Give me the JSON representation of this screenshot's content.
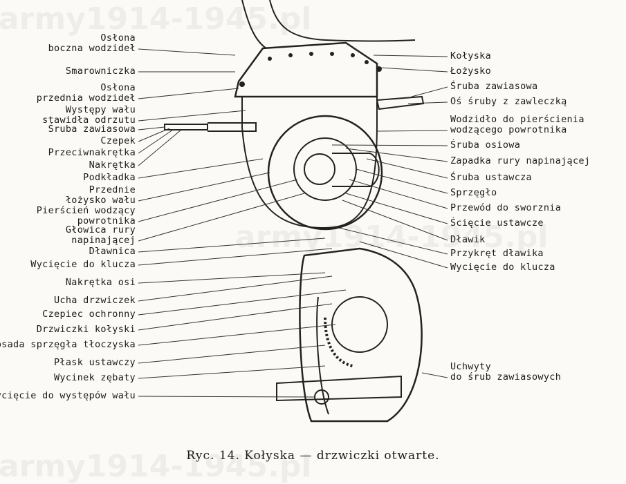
{
  "watermark": "army1914-1945.pl",
  "caption": "Ryc. 14. Kołyska — drzwiczki otwarte.",
  "labels_left": [
    {
      "id": "oslona-boczna",
      "lines": [
        "Osłona",
        "boczna wodzideł"
      ]
    },
    {
      "id": "smarowniczka",
      "lines": [
        "Smarowniczka"
      ]
    },
    {
      "id": "oslona-przednia",
      "lines": [
        "Osłona",
        "przednia wodzideł"
      ]
    },
    {
      "id": "wystepy-walu",
      "lines": [
        "Występy wału",
        "stawidła odrzutu"
      ]
    },
    {
      "id": "sruba-zawiasowa-l",
      "lines": [
        "Śruba zawiasowa"
      ]
    },
    {
      "id": "czepek",
      "lines": [
        "Czepek"
      ]
    },
    {
      "id": "przeciwnakretka",
      "lines": [
        "Przeciwnakrętka"
      ]
    },
    {
      "id": "nakretka",
      "lines": [
        "Nakrętka"
      ]
    },
    {
      "id": "podkladka",
      "lines": [
        "Podkładka"
      ]
    },
    {
      "id": "przednie-lozysko",
      "lines": [
        "Przednie",
        "łożysko wału"
      ]
    },
    {
      "id": "pierscien",
      "lines": [
        "Pierścień wodzący",
        "powrotnika"
      ]
    },
    {
      "id": "glowica",
      "lines": [
        "Głowica rury",
        "napinającej"
      ]
    },
    {
      "id": "dlawnica",
      "lines": [
        "Dławnica"
      ]
    },
    {
      "id": "wyciecie-klucza-l",
      "lines": [
        "Wycięcie do klucza"
      ]
    },
    {
      "id": "nakretka-osi",
      "lines": [
        "Nakrętka osi"
      ]
    },
    {
      "id": "ucha",
      "lines": [
        "Ucha drzwiczek"
      ]
    },
    {
      "id": "czepiec",
      "lines": [
        "Czepiec ochronny"
      ]
    },
    {
      "id": "drzwiczki",
      "lines": [
        "Drzwiczki kołyski"
      ]
    },
    {
      "id": "obsada",
      "lines": [
        "Obsada sprzęgła tłoczyska"
      ]
    },
    {
      "id": "plask",
      "lines": [
        "Płask ustawczy"
      ]
    },
    {
      "id": "wycinek",
      "lines": [
        "Wycinek zębaty"
      ]
    },
    {
      "id": "wyciecie-wystepow",
      "lines": [
        "Wycięcie do występów wału"
      ]
    }
  ],
  "labels_right": [
    {
      "id": "kolyska",
      "lines": [
        "Kołyska"
      ]
    },
    {
      "id": "lozysko",
      "lines": [
        "Łożysko"
      ]
    },
    {
      "id": "sruba-zawiasowa-r",
      "lines": [
        "Śruba zawiasowa"
      ]
    },
    {
      "id": "os-sruby",
      "lines": [
        "Oś śruby z zawleczką"
      ]
    },
    {
      "id": "wodzidlo",
      "lines": [
        "Wodzidło do pierścienia",
        "wodzącego powrotnika"
      ]
    },
    {
      "id": "sruba-osiowa",
      "lines": [
        "Śruba osiowa"
      ]
    },
    {
      "id": "zapadka",
      "lines": [
        "Zapadka rury napinającej"
      ]
    },
    {
      "id": "sruba-ustawcza",
      "lines": [
        "Śruba ustawcza"
      ]
    },
    {
      "id": "sprzeglo",
      "lines": [
        "Sprzęgło"
      ]
    },
    {
      "id": "przewod",
      "lines": [
        "Przewód do sworznia"
      ]
    },
    {
      "id": "sciecie",
      "lines": [
        "Ścięcie ustawcze"
      ]
    },
    {
      "id": "dlawik",
      "lines": [
        "Dławik"
      ]
    },
    {
      "id": "przykret",
      "lines": [
        "Przykręt dławika"
      ]
    },
    {
      "id": "wyciecie-klucza-r",
      "lines": [
        "Wycięcie do klucza"
      ]
    },
    {
      "id": "uchwyty",
      "lines": [
        "Uchwyty",
        "do śrub zawiasowych"
      ]
    }
  ]
}
